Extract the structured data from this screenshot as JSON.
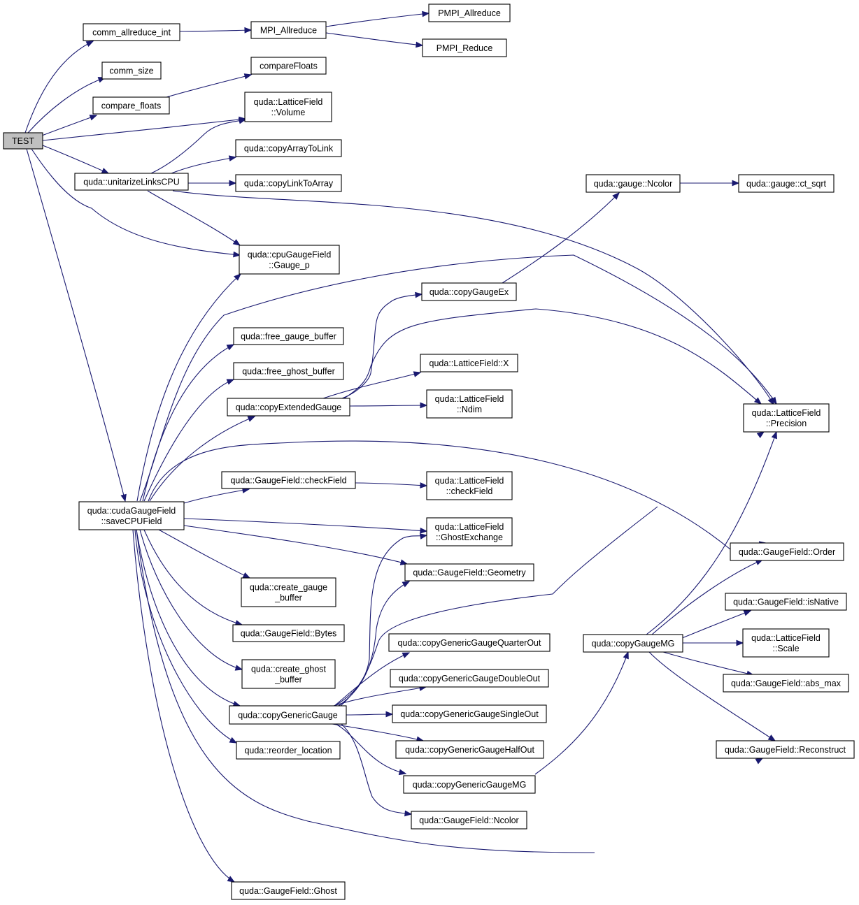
{
  "nodes": [
    {
      "id": "TEST",
      "lines": [
        "TEST"
      ],
      "highlighted": true
    },
    {
      "id": "comm_allreduce_int",
      "lines": [
        "comm_allreduce_int"
      ]
    },
    {
      "id": "MPI_Allreduce",
      "lines": [
        "MPI_Allreduce"
      ]
    },
    {
      "id": "PMPI_Allreduce",
      "lines": [
        "PMPI_Allreduce"
      ]
    },
    {
      "id": "PMPI_Reduce",
      "lines": [
        "PMPI_Reduce"
      ]
    },
    {
      "id": "comm_size",
      "lines": [
        "comm_size"
      ]
    },
    {
      "id": "compare_floats",
      "lines": [
        "compare_floats"
      ]
    },
    {
      "id": "compareFloats",
      "lines": [
        "compareFloats"
      ]
    },
    {
      "id": "LF_Volume",
      "lines": [
        "quda::LatticeField",
        "::Volume"
      ]
    },
    {
      "id": "copyArrayToLink",
      "lines": [
        "quda::copyArrayToLink"
      ]
    },
    {
      "id": "unitarizeLinksCPU",
      "lines": [
        "quda::unitarizeLinksCPU"
      ]
    },
    {
      "id": "copyLinkToArray",
      "lines": [
        "quda::copyLinkToArray"
      ]
    },
    {
      "id": "gauge_Ncolor",
      "lines": [
        "quda::gauge::Ncolor"
      ]
    },
    {
      "id": "ct_sqrt",
      "lines": [
        "quda::gauge::ct_sqrt"
      ]
    },
    {
      "id": "cpuGauge_p",
      "lines": [
        "quda::cpuGaugeField",
        "::Gauge_p"
      ]
    },
    {
      "id": "copyGaugeEx",
      "lines": [
        "quda::copyGaugeEx"
      ]
    },
    {
      "id": "free_gauge_buffer",
      "lines": [
        "quda::free_gauge_buffer"
      ]
    },
    {
      "id": "free_ghost_buffer",
      "lines": [
        "quda::free_ghost_buffer"
      ]
    },
    {
      "id": "LF_X",
      "lines": [
        "quda::LatticeField::X"
      ]
    },
    {
      "id": "copyExtendedGauge",
      "lines": [
        "quda::copyExtendedGauge"
      ]
    },
    {
      "id": "LF_Ndim",
      "lines": [
        "quda::LatticeField",
        "::Ndim"
      ]
    },
    {
      "id": "LF_Precision",
      "lines": [
        "quda::LatticeField",
        "::Precision"
      ]
    },
    {
      "id": "GF_checkField",
      "lines": [
        "quda::GaugeField::checkField"
      ]
    },
    {
      "id": "LF_checkField",
      "lines": [
        "quda::LatticeField",
        "::checkField"
      ]
    },
    {
      "id": "saveCPUField",
      "lines": [
        "quda::cudaGaugeField",
        "::saveCPUField"
      ]
    },
    {
      "id": "LF_GhostExchange",
      "lines": [
        "quda::LatticeField",
        "::GhostExchange"
      ]
    },
    {
      "id": "GF_Order",
      "lines": [
        "quda::GaugeField::Order"
      ]
    },
    {
      "id": "GF_Geometry",
      "lines": [
        "quda::GaugeField::Geometry"
      ]
    },
    {
      "id": "create_gauge_buffer",
      "lines": [
        "quda::create_gauge",
        "_buffer"
      ]
    },
    {
      "id": "GF_isNative",
      "lines": [
        "quda::GaugeField::isNative"
      ]
    },
    {
      "id": "GF_Bytes",
      "lines": [
        "quda::GaugeField::Bytes"
      ]
    },
    {
      "id": "copyGenericGaugeQuarterOut",
      "lines": [
        "quda::copyGenericGaugeQuarterOut"
      ]
    },
    {
      "id": "copyGaugeMG",
      "lines": [
        "quda::copyGaugeMG"
      ]
    },
    {
      "id": "LF_Scale",
      "lines": [
        "quda::LatticeField",
        "::Scale"
      ]
    },
    {
      "id": "create_ghost_buffer",
      "lines": [
        "quda::create_ghost",
        "_buffer"
      ]
    },
    {
      "id": "copyGenericGaugeDoubleOut",
      "lines": [
        "quda::copyGenericGaugeDoubleOut"
      ]
    },
    {
      "id": "GF_abs_max",
      "lines": [
        "quda::GaugeField::abs_max"
      ]
    },
    {
      "id": "copyGenericGauge",
      "lines": [
        "quda::copyGenericGauge"
      ]
    },
    {
      "id": "copyGenericGaugeSingleOut",
      "lines": [
        "quda::copyGenericGaugeSingleOut"
      ]
    },
    {
      "id": "reorder_location",
      "lines": [
        "quda::reorder_location"
      ]
    },
    {
      "id": "copyGenericGaugeHalfOut",
      "lines": [
        "quda::copyGenericGaugeHalfOut"
      ]
    },
    {
      "id": "GF_Reconstruct",
      "lines": [
        "quda::GaugeField::Reconstruct"
      ]
    },
    {
      "id": "copyGenericGaugeMG",
      "lines": [
        "quda::copyGenericGaugeMG"
      ]
    },
    {
      "id": "GF_Ncolor",
      "lines": [
        "quda::GaugeField::Ncolor"
      ]
    },
    {
      "id": "GF_Ghost",
      "lines": [
        "quda::GaugeField::Ghost"
      ]
    }
  ],
  "edges": [
    {
      "from": "TEST",
      "to": "comm_allreduce_int"
    },
    {
      "from": "TEST",
      "to": "comm_size"
    },
    {
      "from": "TEST",
      "to": "compare_floats"
    },
    {
      "from": "TEST",
      "to": "LF_Volume"
    },
    {
      "from": "TEST",
      "to": "unitarizeLinksCPU"
    },
    {
      "from": "TEST",
      "to": "cpuGauge_p"
    },
    {
      "from": "TEST",
      "to": "saveCPUField"
    },
    {
      "from": "comm_allreduce_int",
      "to": "MPI_Allreduce"
    },
    {
      "from": "MPI_Allreduce",
      "to": "PMPI_Allreduce"
    },
    {
      "from": "MPI_Allreduce",
      "to": "PMPI_Reduce"
    },
    {
      "from": "compare_floats",
      "to": "compareFloats"
    },
    {
      "from": "unitarizeLinksCPU",
      "to": "LF_Volume"
    },
    {
      "from": "unitarizeLinksCPU",
      "to": "copyArrayToLink"
    },
    {
      "from": "unitarizeLinksCPU",
      "to": "copyLinkToArray"
    },
    {
      "from": "unitarizeLinksCPU",
      "to": "cpuGauge_p"
    },
    {
      "from": "unitarizeLinksCPU",
      "to": "LF_Precision"
    },
    {
      "from": "gauge_Ncolor",
      "to": "ct_sqrt"
    },
    {
      "from": "copyGaugeEx",
      "to": "gauge_Ncolor"
    },
    {
      "from": "copyExtendedGauge",
      "to": "copyGaugeEx"
    },
    {
      "from": "copyExtendedGauge",
      "to": "LF_X"
    },
    {
      "from": "copyExtendedGauge",
      "to": "LF_Ndim"
    },
    {
      "from": "copyExtendedGauge",
      "to": "LF_Precision"
    },
    {
      "from": "GF_checkField",
      "to": "LF_checkField"
    },
    {
      "from": "saveCPUField",
      "to": "cpuGauge_p"
    },
    {
      "from": "saveCPUField",
      "to": "LF_Precision"
    },
    {
      "from": "saveCPUField",
      "to": "free_gauge_buffer"
    },
    {
      "from": "saveCPUField",
      "to": "free_ghost_buffer"
    },
    {
      "from": "saveCPUField",
      "to": "copyExtendedGauge"
    },
    {
      "from": "saveCPUField",
      "to": "GF_Order"
    },
    {
      "from": "saveCPUField",
      "to": "GF_checkField"
    },
    {
      "from": "saveCPUField",
      "to": "LF_GhostExchange"
    },
    {
      "from": "saveCPUField",
      "to": "GF_Geometry"
    },
    {
      "from": "saveCPUField",
      "to": "create_gauge_buffer"
    },
    {
      "from": "saveCPUField",
      "to": "GF_Bytes"
    },
    {
      "from": "saveCPUField",
      "to": "create_ghost_buffer"
    },
    {
      "from": "saveCPUField",
      "to": "copyGenericGauge"
    },
    {
      "from": "saveCPUField",
      "to": "reorder_location"
    },
    {
      "from": "saveCPUField",
      "to": "GF_Reconstruct"
    },
    {
      "from": "saveCPUField",
      "to": "GF_Ghost"
    },
    {
      "from": "copyGenericGauge",
      "to": "LF_GhostExchange"
    },
    {
      "from": "copyGenericGauge",
      "to": "GF_Geometry"
    },
    {
      "from": "copyGenericGauge",
      "to": "LF_Precision"
    },
    {
      "from": "copyGenericGauge",
      "to": "copyGenericGaugeQuarterOut"
    },
    {
      "from": "copyGenericGauge",
      "to": "copyGenericGaugeDoubleOut"
    },
    {
      "from": "copyGenericGauge",
      "to": "copyGenericGaugeSingleOut"
    },
    {
      "from": "copyGenericGauge",
      "to": "copyGenericGaugeHalfOut"
    },
    {
      "from": "copyGenericGauge",
      "to": "copyGenericGaugeMG"
    },
    {
      "from": "copyGenericGauge",
      "to": "GF_Ncolor"
    },
    {
      "from": "copyGenericGaugeMG",
      "to": "copyGaugeMG"
    },
    {
      "from": "copyGaugeMG",
      "to": "LF_Precision"
    },
    {
      "from": "copyGaugeMG",
      "to": "GF_Order"
    },
    {
      "from": "copyGaugeMG",
      "to": "GF_isNative"
    },
    {
      "from": "copyGaugeMG",
      "to": "LF_Scale"
    },
    {
      "from": "copyGaugeMG",
      "to": "GF_abs_max"
    },
    {
      "from": "copyGaugeMG",
      "to": "GF_Reconstruct"
    }
  ],
  "colors": {
    "edge": "#191970",
    "node_border": "#000000",
    "node_fill": "#ffffff",
    "root_fill": "#bfbfbf"
  }
}
